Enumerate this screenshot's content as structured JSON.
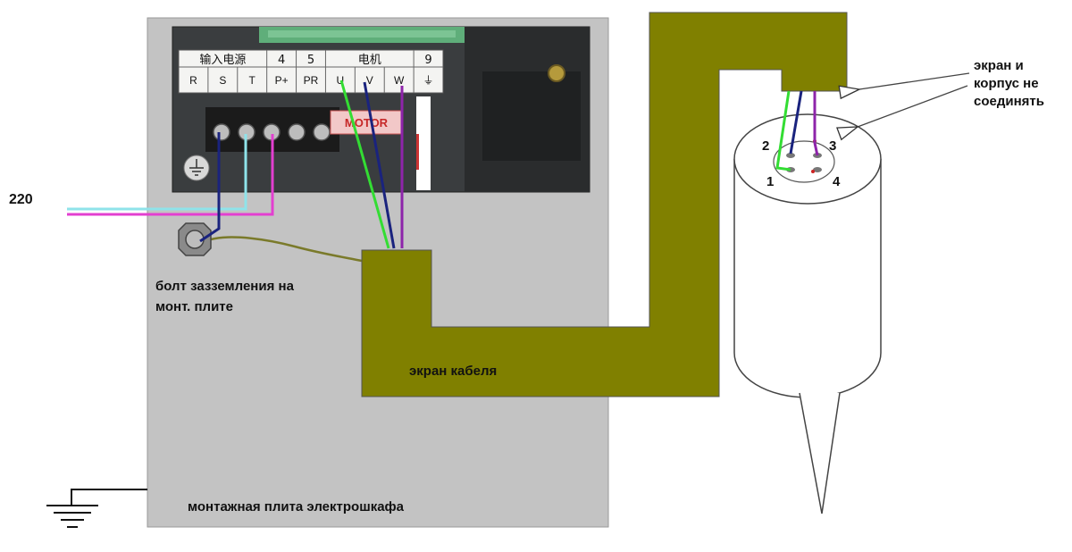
{
  "labels": {
    "supply": "220",
    "ground_bolt_line1": "болт зазземления на",
    "ground_bolt_line2": "монт. плите",
    "cable_shield": "экран кабеля",
    "mounting_plate": "монтажная плита электрошкафа",
    "note_line1": "экран и",
    "note_line2": "корпус не",
    "note_line3": "соединять"
  },
  "vfd_panel": {
    "header": [
      "输入电源",
      "4",
      "5",
      "电机",
      "9"
    ],
    "terminals": [
      "R",
      "S",
      "T",
      "P+",
      "PR",
      "U",
      "V",
      "W",
      "⏚"
    ],
    "badge": "MOTOR"
  },
  "connector_pins": [
    "1",
    "2",
    "3",
    "4"
  ],
  "colors": {
    "plate": "#c3c3c3",
    "shield": "#808000",
    "wire_cyan": "#8fe3ea",
    "wire_magenta": "#e33fd0",
    "wire_green": "#33dd33",
    "wire_navy": "#1a237e",
    "wire_purple": "#8e24aa",
    "ground_strap": "#7a7a2a"
  }
}
